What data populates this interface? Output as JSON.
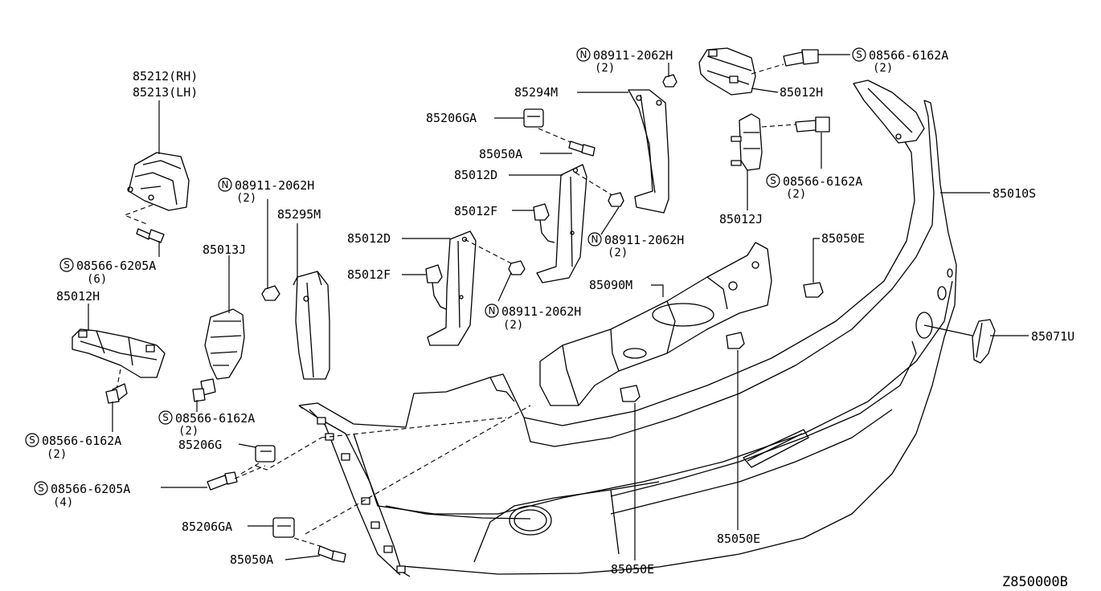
{
  "diagram_id": "Z850000B",
  "labels": {
    "p85212": "85212(RH)",
    "p85213": "85213(LH)",
    "s6205a_top": "08566-6205A",
    "s6205a_top_qty": "(6)",
    "p85012h_left": "85012H",
    "s6162a_left": "08566-6162A",
    "s6162a_left_qty": "(2)",
    "p85013j": "85013J",
    "s6162a_mid": "08566-6162A",
    "s6162a_mid_qty": "(2)",
    "p85206g": "85206G",
    "s6205a_low": "08566-6205A",
    "s6205a_low_qty": "(4)",
    "p85206ga_low": "85206GA",
    "p85050a_low": "85050A",
    "n2062h_left": "08911-2062H",
    "n2062h_left_qty": "(2)",
    "p85295m": "85295M",
    "p85012d_left": "85012D",
    "p85012f_left": "85012F",
    "n2062h_mid": "08911-2062H",
    "n2062h_mid_qty": "(2)",
    "p85206ga_top": "85206GA",
    "p85050a_top": "85050A",
    "p85012d_right": "85012D",
    "p85012f_right": "85012F",
    "n2062h_right": "08911-2062H",
    "n2062h_right_qty": "(2)",
    "p85294m": "85294M",
    "n2062h_top": "08911-2062H",
    "n2062h_top_qty": "(2)",
    "s6162a_top": "08566-6162A",
    "s6162a_top_qty": "(2)",
    "p85012h_right": "85012H",
    "s6162a_right": "08566-6162A",
    "s6162a_right_qty": "(2)",
    "p85012j": "85012J",
    "p85050e_top": "85050E",
    "p85090m": "85090M",
    "p85010s": "85010S",
    "p85071u": "85071U",
    "p85050e_bottom_left": "85050E",
    "p85050e_bottom_right": "85050E"
  },
  "symbols": {
    "screw": "S",
    "nut": "N"
  }
}
